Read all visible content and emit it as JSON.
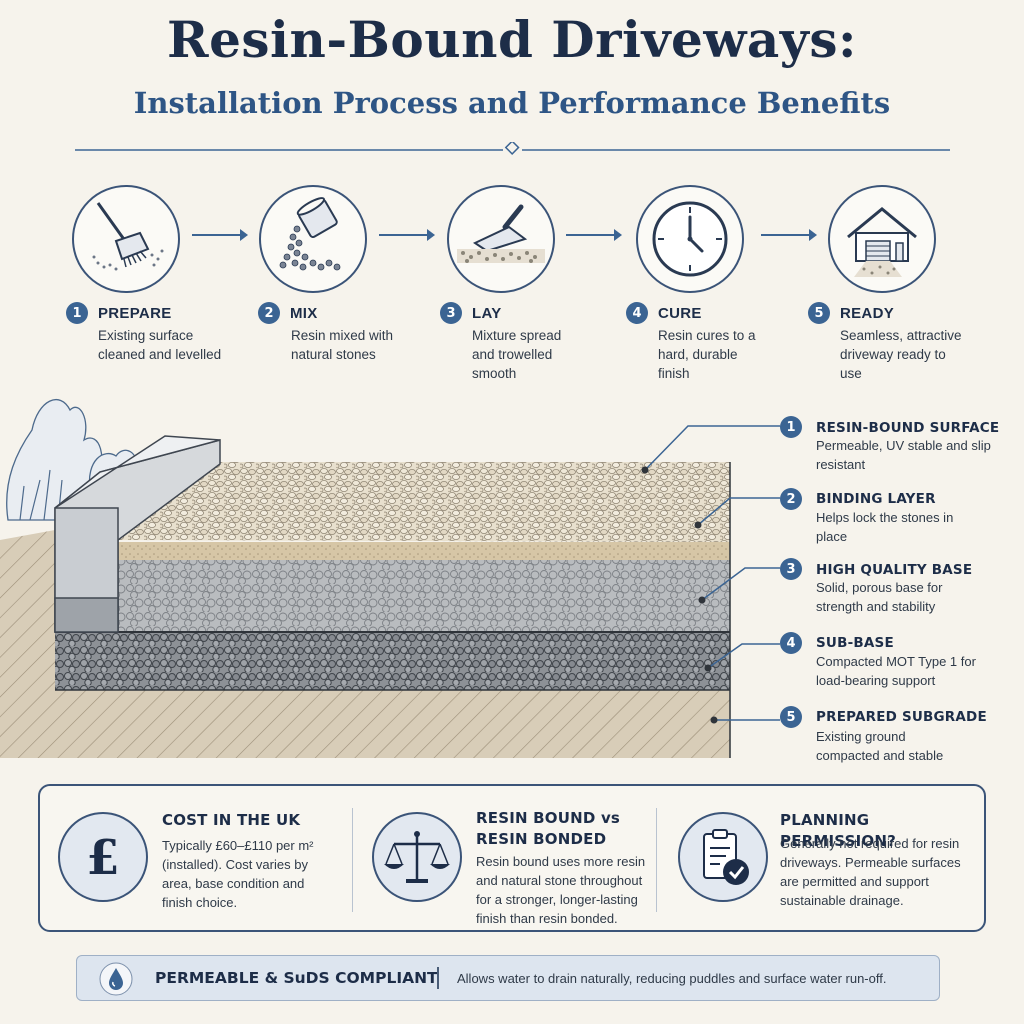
{
  "header": {
    "title": "Resin-Bound Driveways:",
    "subtitle": "Installation Process and Performance Benefits"
  },
  "steps": [
    {
      "num": "1",
      "title": "PREPARE",
      "desc": "Existing surface cleaned and levelled",
      "icon": "broom-icon"
    },
    {
      "num": "2",
      "title": "MIX",
      "desc": "Resin mixed with natural stones",
      "icon": "bucket-pour-icon"
    },
    {
      "num": "3",
      "title": "LAY",
      "desc": "Mixture spread and trowelled smooth",
      "icon": "trowel-icon"
    },
    {
      "num": "4",
      "title": "CURE",
      "desc": "Resin cures to a hard, durable finish",
      "icon": "clock-icon"
    },
    {
      "num": "5",
      "title": "READY",
      "desc": "Seamless, attractive driveway ready to use",
      "icon": "house-icon"
    }
  ],
  "layers": [
    {
      "num": "1",
      "title": "RESIN-BOUND SURFACE",
      "desc": "Permeable, UV stable and slip resistant"
    },
    {
      "num": "2",
      "title": "BINDING LAYER",
      "desc": "Helps lock the stones in place"
    },
    {
      "num": "3",
      "title": "HIGH QUALITY BASE",
      "desc": "Solid, porous base for strength and stability"
    },
    {
      "num": "4",
      "title": "SUB-BASE",
      "desc": "Compacted MOT Type 1 for load-bearing support"
    },
    {
      "num": "5",
      "title": "PREPARED SUBGRADE",
      "desc": "Existing ground compacted and stable"
    }
  ],
  "info": [
    {
      "title": "COST IN THE UK",
      "desc": "Typically £60–£110 per m² (installed). Cost varies by area, base condition and finish choice.",
      "icon": "pound-icon",
      "symbol": "£"
    },
    {
      "title": "RESIN BOUND vs RESIN BONDED",
      "desc": "Resin bound uses more resin and natural stone throughout for a stronger, longer-lasting finish than resin bonded.",
      "icon": "scales-icon"
    },
    {
      "title": "PLANNING PERMISSION?",
      "desc": "Generally not required for resin driveways. Permeable surfaces are permitted and support sustainable drainage.",
      "icon": "clipboard-check-icon"
    }
  ],
  "banner": {
    "title": "PERMEABLE & SuDS COMPLIANT",
    "text": "Allows water to drain naturally, reducing puddles and surface water run-off.",
    "icon": "water-drop-icon"
  },
  "colors": {
    "navy": "#1d2d48",
    "accent_blue": "#3b6493",
    "background": "#f6f3ec"
  }
}
